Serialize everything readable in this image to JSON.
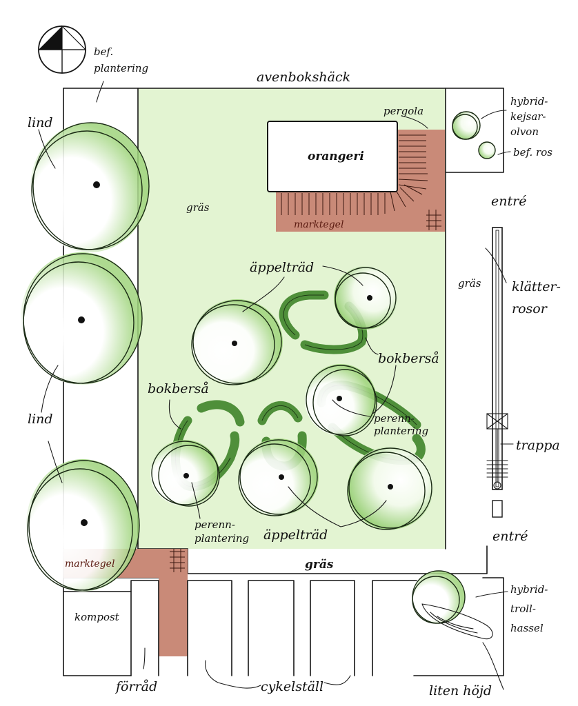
{
  "colors": {
    "grass": "#e3f4d2",
    "brick": "#c98a78",
    "hedge": "#4f8f3a",
    "tree_shade": "#a9d88a",
    "ink": "#151515"
  },
  "labels": {
    "north_arrow": "north-arrow-icon",
    "bef_plantering_1": "bef.",
    "bef_plantering_2": "plantering",
    "avenbokshack": "avenbokshäck",
    "pergola": "pergola",
    "hybrid_kejsar_1": "hybrid-",
    "hybrid_kejsar_2": "kejsar-",
    "hybrid_kejsar_3": "olvon",
    "bef_ros": "bef. ros",
    "lind_top": "lind",
    "lind_bottom": "lind",
    "orangeri": "orangeri",
    "gras_main": "gräs",
    "marktegel_top": "marktegel",
    "entre_top": "entré",
    "appeltrad_top": "äppelträd",
    "gras_right": "gräs",
    "klatterrosor_1": "klätter-",
    "klatterrosor_2": "rosor",
    "bokbersa_right": "bokberså",
    "bokbersa_left": "bokberså",
    "perenn_right_1": "perenn-",
    "perenn_right_2": "plantering",
    "trappa": "trappa",
    "perenn_left_1": "perenn-",
    "perenn_left_2": "plantering",
    "appeltrad_bottom": "äppelträd",
    "entre_bottom": "entré",
    "marktegel_bottom": "marktegel",
    "gras_bottom": "gräs",
    "hybrid_troll_1": "hybrid-",
    "hybrid_troll_2": "troll-",
    "hybrid_troll_3": "hassel",
    "kompost": "kompost",
    "forrad": "förråd",
    "cykelstall": "cykelställ",
    "liten_hojd": "liten höjd"
  }
}
